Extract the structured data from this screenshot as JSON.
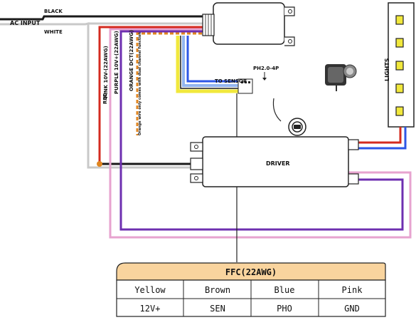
{
  "labels": {
    "ac_input": "AC INPUT",
    "black": "BLACK",
    "white": "WHITE",
    "red": "RED",
    "pink": "PINK 10V-(22AWG)",
    "purple": "PURPLE 10V+(22AWG)",
    "orange": "ORANGE DCT(22AWG)",
    "orange_note": "Orange wire only comes with dual channel function",
    "connector": "PH2.0-4P",
    "to_sensor": "TO SENSOR",
    "driver": "DRIVER",
    "lights": "LIGHTS"
  },
  "table": {
    "title": "FFC(22AWG)",
    "header": [
      "Yellow",
      "Brown",
      "Blue",
      "Pink"
    ],
    "row": [
      "12V+",
      "SEN",
      "PHO",
      "GND"
    ]
  },
  "colors": {
    "black": "#1a1a1a",
    "white_wire": "#c9c9c9",
    "red": "#d42b1f",
    "pink": "#e7a3cf",
    "purple": "#6e2fb0",
    "orange": "#e08520",
    "yellow": "#f1e83c",
    "blue": "#2d56e6",
    "light_blue": "#93b5ef",
    "header_fill": "#f9d49e"
  }
}
